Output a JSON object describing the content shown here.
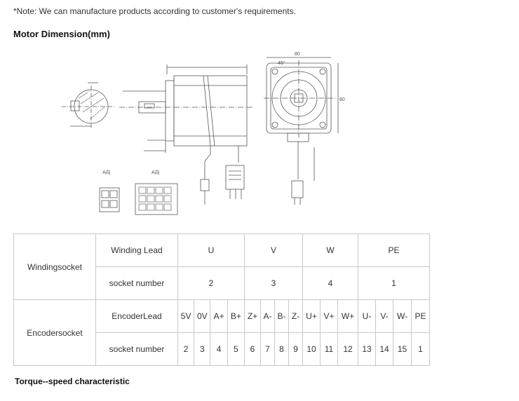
{
  "note": "*Note: We can manufacture products according to customer's requirements.",
  "section_title": "Motor Dimension(mm)",
  "drawing_labels": {
    "dim_80_top": "80",
    "dim_80_side": "80",
    "angle": "45°",
    "a_view_left": "A向",
    "a_view_right": "A向"
  },
  "table": {
    "winding_group": "Windingsocket",
    "winding_lead_label": "Winding Lead",
    "winding_socket_label": "socket number",
    "winding_leads": [
      "U",
      "V",
      "W",
      "PE"
    ],
    "winding_sockets": [
      "2",
      "3",
      "4",
      "1"
    ],
    "encoder_group": "Encodersocket",
    "encoder_lead_label": "EncoderLead",
    "encoder_socket_label": "socket number",
    "encoder_leads": [
      "5V",
      "0V",
      "A+",
      "B+",
      "Z+",
      "A-",
      "B-",
      "Z-",
      "U+",
      "V+",
      "W+",
      "U-",
      "V-",
      "W-",
      "PE"
    ],
    "encoder_sockets": [
      "2",
      "3",
      "4",
      "5",
      "6",
      "7",
      "8",
      "9",
      "10",
      "11",
      "12",
      "13",
      "14",
      "15",
      "1"
    ]
  },
  "footer_title": "Torque--speed characteristic"
}
